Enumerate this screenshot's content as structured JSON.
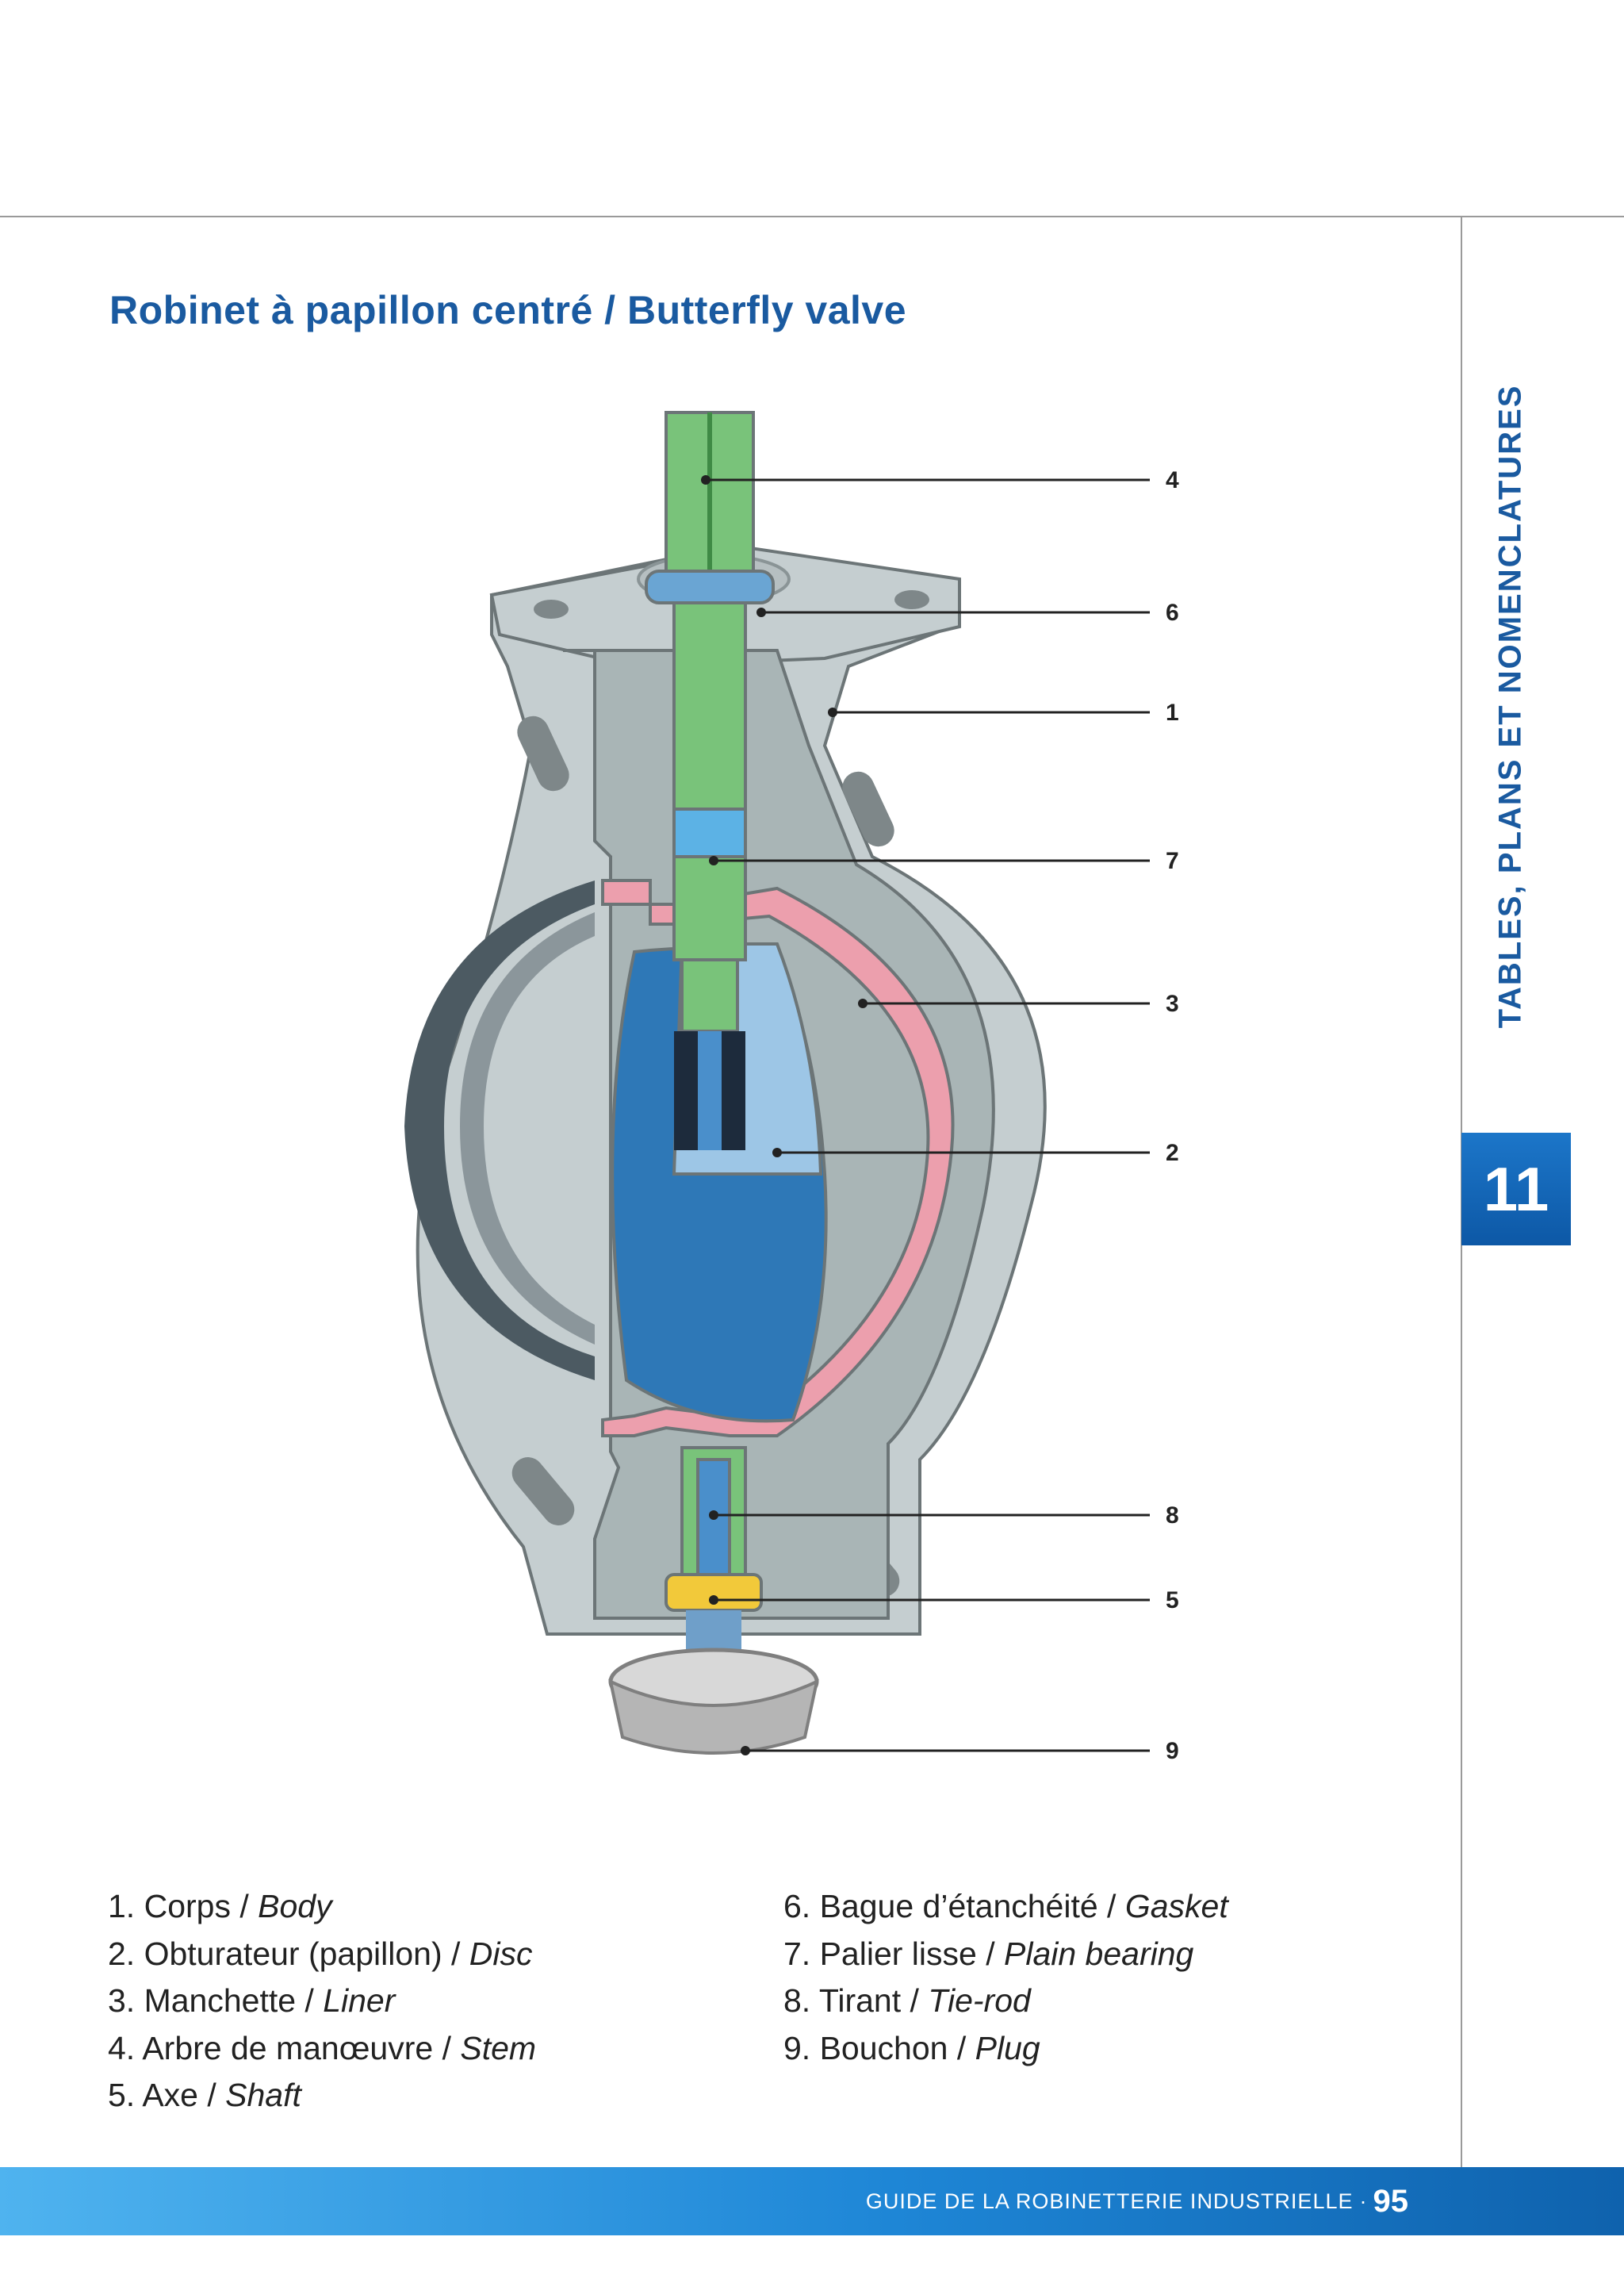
{
  "page": {
    "title": "Robinet à papillon centré / Butterfly valve",
    "side_label": "TABLES, PLANS ET NOMENCLATURES",
    "chapter": "11"
  },
  "figure": {
    "callouts": [
      "4",
      "6",
      "1",
      "7",
      "3",
      "2",
      "8",
      "5",
      "9"
    ],
    "colors": {
      "body": "#a9b5b6",
      "body_face": "#c5ced0",
      "stem": "#79c37a",
      "gasket": "#6aa5d3",
      "bearing": "#5cb2e5",
      "liner": "#ec9fad",
      "disc": "#2e78b7",
      "disc_light": "#9dc6e6",
      "tie_rod": "#4a8fcb",
      "shaft": "#f2c93a",
      "plug": "#c9c9c9",
      "accent": "#1a5aa0"
    }
  },
  "legend": {
    "left": [
      {
        "fr": "1. Corps / ",
        "en": "Body"
      },
      {
        "fr": "2. Obturateur (papillon) / ",
        "en": "Disc"
      },
      {
        "fr": "3. Manchette / ",
        "en": "Liner"
      },
      {
        "fr": "4. Arbre de manœuvre / ",
        "en": "Stem"
      },
      {
        "fr": "5. Axe / ",
        "en": "Shaft"
      }
    ],
    "right": [
      {
        "fr": "6. Bague d’étanchéité / ",
        "en": "Gasket"
      },
      {
        "fr": "7. Palier lisse / ",
        "en": "Plain bearing"
      },
      {
        "fr": "8. Tirant / ",
        "en": "Tie-rod"
      },
      {
        "fr": "9. Bouchon / ",
        "en": "Plug"
      }
    ]
  },
  "footer": {
    "guide": "GUIDE DE LA ROBINETTERIE INDUSTRIELLE",
    "separator": "·",
    "page_number": "95"
  }
}
